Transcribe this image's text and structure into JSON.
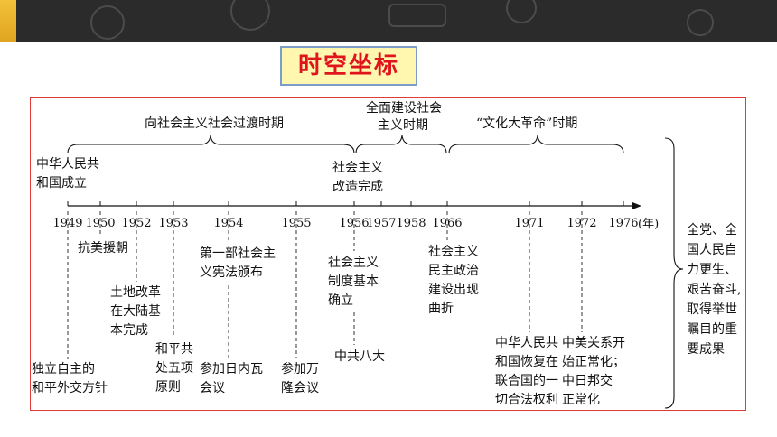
{
  "title": "时空坐标",
  "periods": {
    "transition": "向社会主义社会过渡时期",
    "construction_l1": "全面建设社会",
    "construction_l2": "主义时期",
    "cultural_rev": "“文化大革命”时期"
  },
  "axis": {
    "years": [
      "1949",
      "1950",
      "1952",
      "1953",
      "1954",
      "1955",
      "1956",
      "1957",
      "1958",
      "1966",
      "1971",
      "1972",
      "1976"
    ],
    "unit": "(年)"
  },
  "above": {
    "prc_l1": "中华人民共",
    "prc_l2": "和国成立",
    "reform_l1": "社会主义",
    "reform_l2": "改造完成"
  },
  "events": {
    "korea": "抗美援朝",
    "land_l1": "土地改革",
    "land_l2": "在大陆基",
    "land_l3": "本完成",
    "five_l1": "和平共",
    "five_l2": "处五项",
    "five_l3": "原则",
    "indep_l1": "独立自主的",
    "indep_l2": "和平外交方针",
    "const_l1": "第一部社会主",
    "const_l2": "义宪法颁布",
    "geneva_l1": "参加日内瓦",
    "geneva_l2": "会议",
    "bandung_l1": "参加万",
    "bandung_l2": "隆会议",
    "system_l1": "社会主义",
    "system_l2": "制度基本",
    "system_l3": "确立",
    "eighth": "中共八大",
    "democ_l1": "社会主义",
    "democ_l2": "民主政治",
    "democ_l3": "建设出现",
    "democ_l4": "曲折",
    "un_l1": "中华人民共",
    "un_l2": "和国恢复在",
    "un_l3": "联合国的一",
    "un_l4": "切合法权利",
    "us_l1": "中美关系开",
    "us_l2": "始正常化；",
    "us_l3": "中日邦交",
    "us_l4": "正常化"
  },
  "summary": [
    "全党、全",
    "国人民自",
    "力更生、",
    "艰苦奋斗,",
    "取得举世",
    "瞩目的重",
    "要成果"
  ]
}
